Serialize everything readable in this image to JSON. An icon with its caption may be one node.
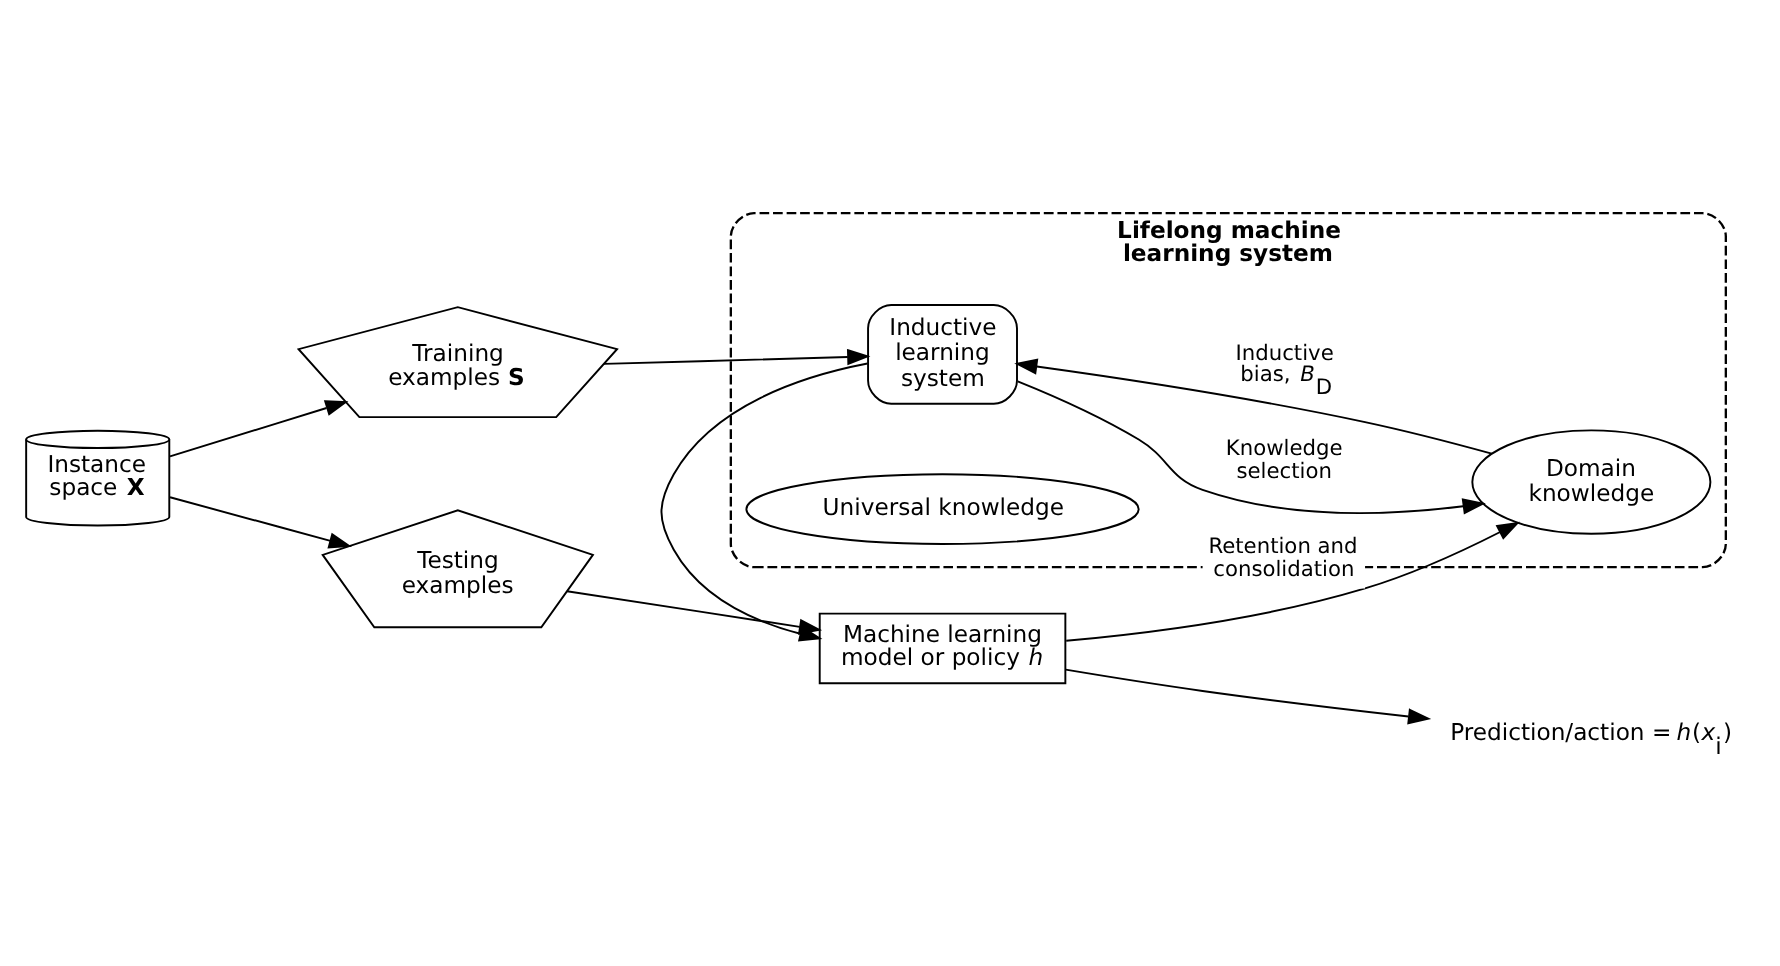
{
  "diagram": {
    "nodes": [
      {
        "text": [
          "Training examples **S**"
        ]
      },
      {
        "text": [
          "Lifelong machine learning system"
        ]
      },
      {
        "text": [
          "Inductive learning system"
        ],
        "in": 1
      },
      {
        "text": [
          "Universal knowledge"
        ],
        "in": 1
      },
      {
        "text": [
          "Domain knowledge"
        ],
        "in": 1
      },
      {
        "text": [
          "Machine learning model or policy *h*"
        ]
      },
      {
        "text": [
          "Prediction/action = *h*(*x*$_{i}$)"
        ]
      },
      {
        "text": [
          "Instance space **X**"
        ]
      },
      {
        "text": [
          "Testing examples"
        ]
      }
    ],
    "edges": [
      {
        "from": 7,
        "to": 0,
        "arrow": "to"
      },
      {
        "from": 0,
        "to": 2,
        "arrow": "to"
      },
      {
        "from": 2,
        "to": 5,
        "arrow": "to"
      },
      {
        "from": 2,
        "to": 4,
        "arrow": "to",
        "label": "Knowledge selection"
      },
      {
        "from": 4,
        "to": 2,
        "arrow": "to",
        "label": "Inductive bias, *B*$_{D}$"
      },
      {
        "from": 5,
        "to": 4,
        "arrow": "to",
        "label": "Retention and consolidation"
      },
      {
        "from": 5,
        "to": 6,
        "arrow": "to"
      },
      {
        "from": 7,
        "to": 8,
        "arrow": "to"
      },
      {
        "from": 8,
        "to": 5,
        "arrow": "to"
      }
    ]
  }
}
